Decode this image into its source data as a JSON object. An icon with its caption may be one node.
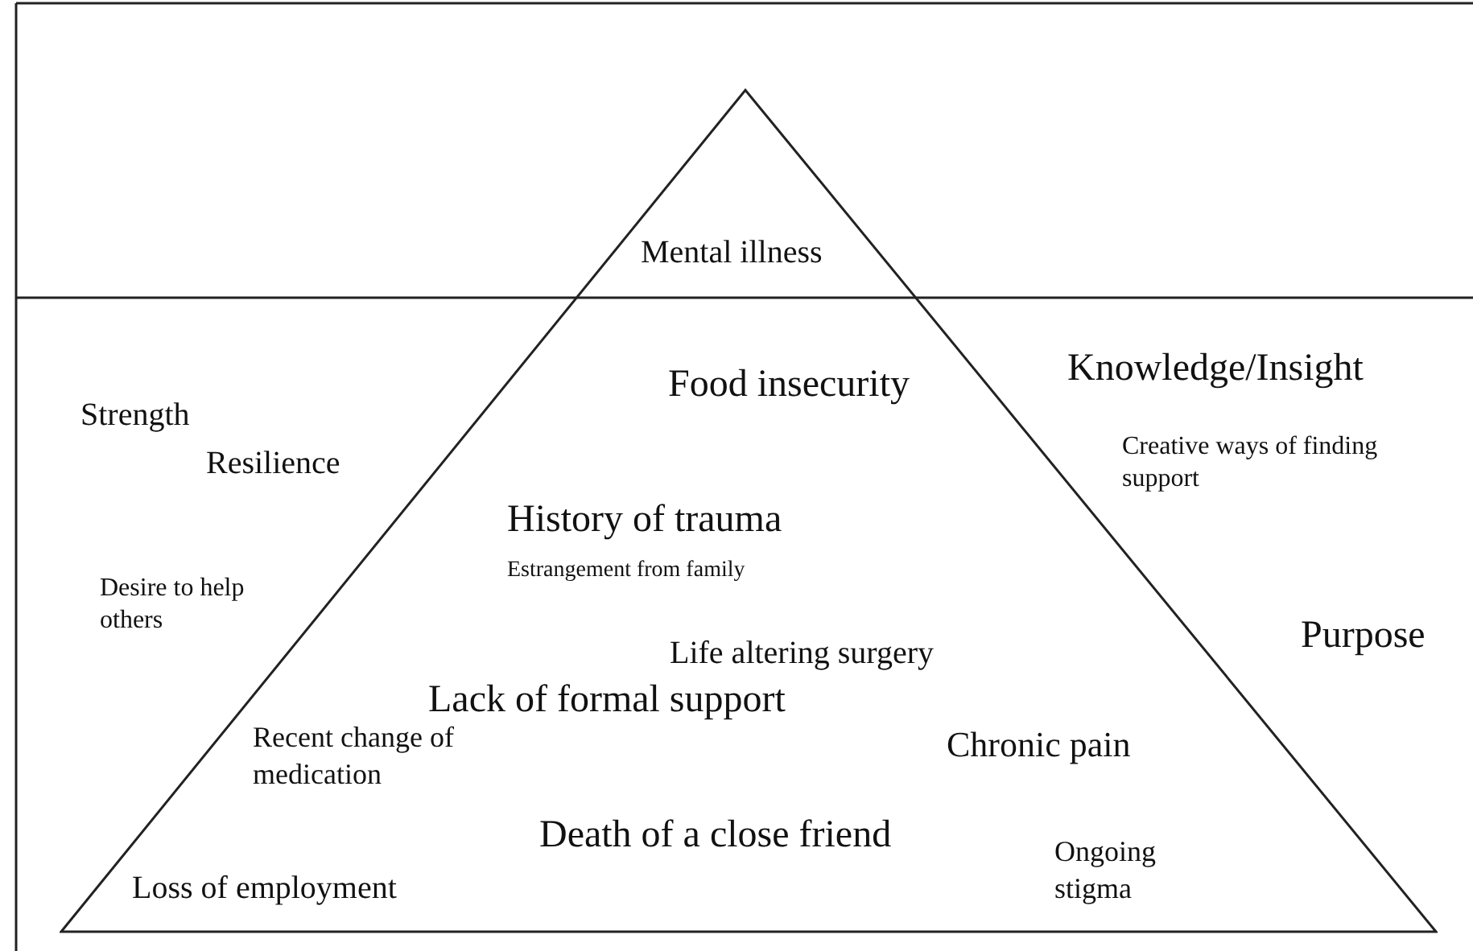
{
  "diagram": {
    "nodes": [
      {
        "text": [
          "Mental illness",
          "Food insecurity",
          "History of trauma",
          "Estrangement from family",
          "Life altering surgery",
          "Lack of formal support",
          "Recent change of medication",
          "Chronic pain",
          "Death of a close friend",
          "Loss of employment",
          "Ongoing stigma"
        ]
      }
    ],
    "edges": [],
    "labels": [
      "Knowledge/Insight",
      "Strength",
      "Resilience",
      "Creative ways of finding support",
      "Desire to help others",
      "Purpose"
    ]
  }
}
